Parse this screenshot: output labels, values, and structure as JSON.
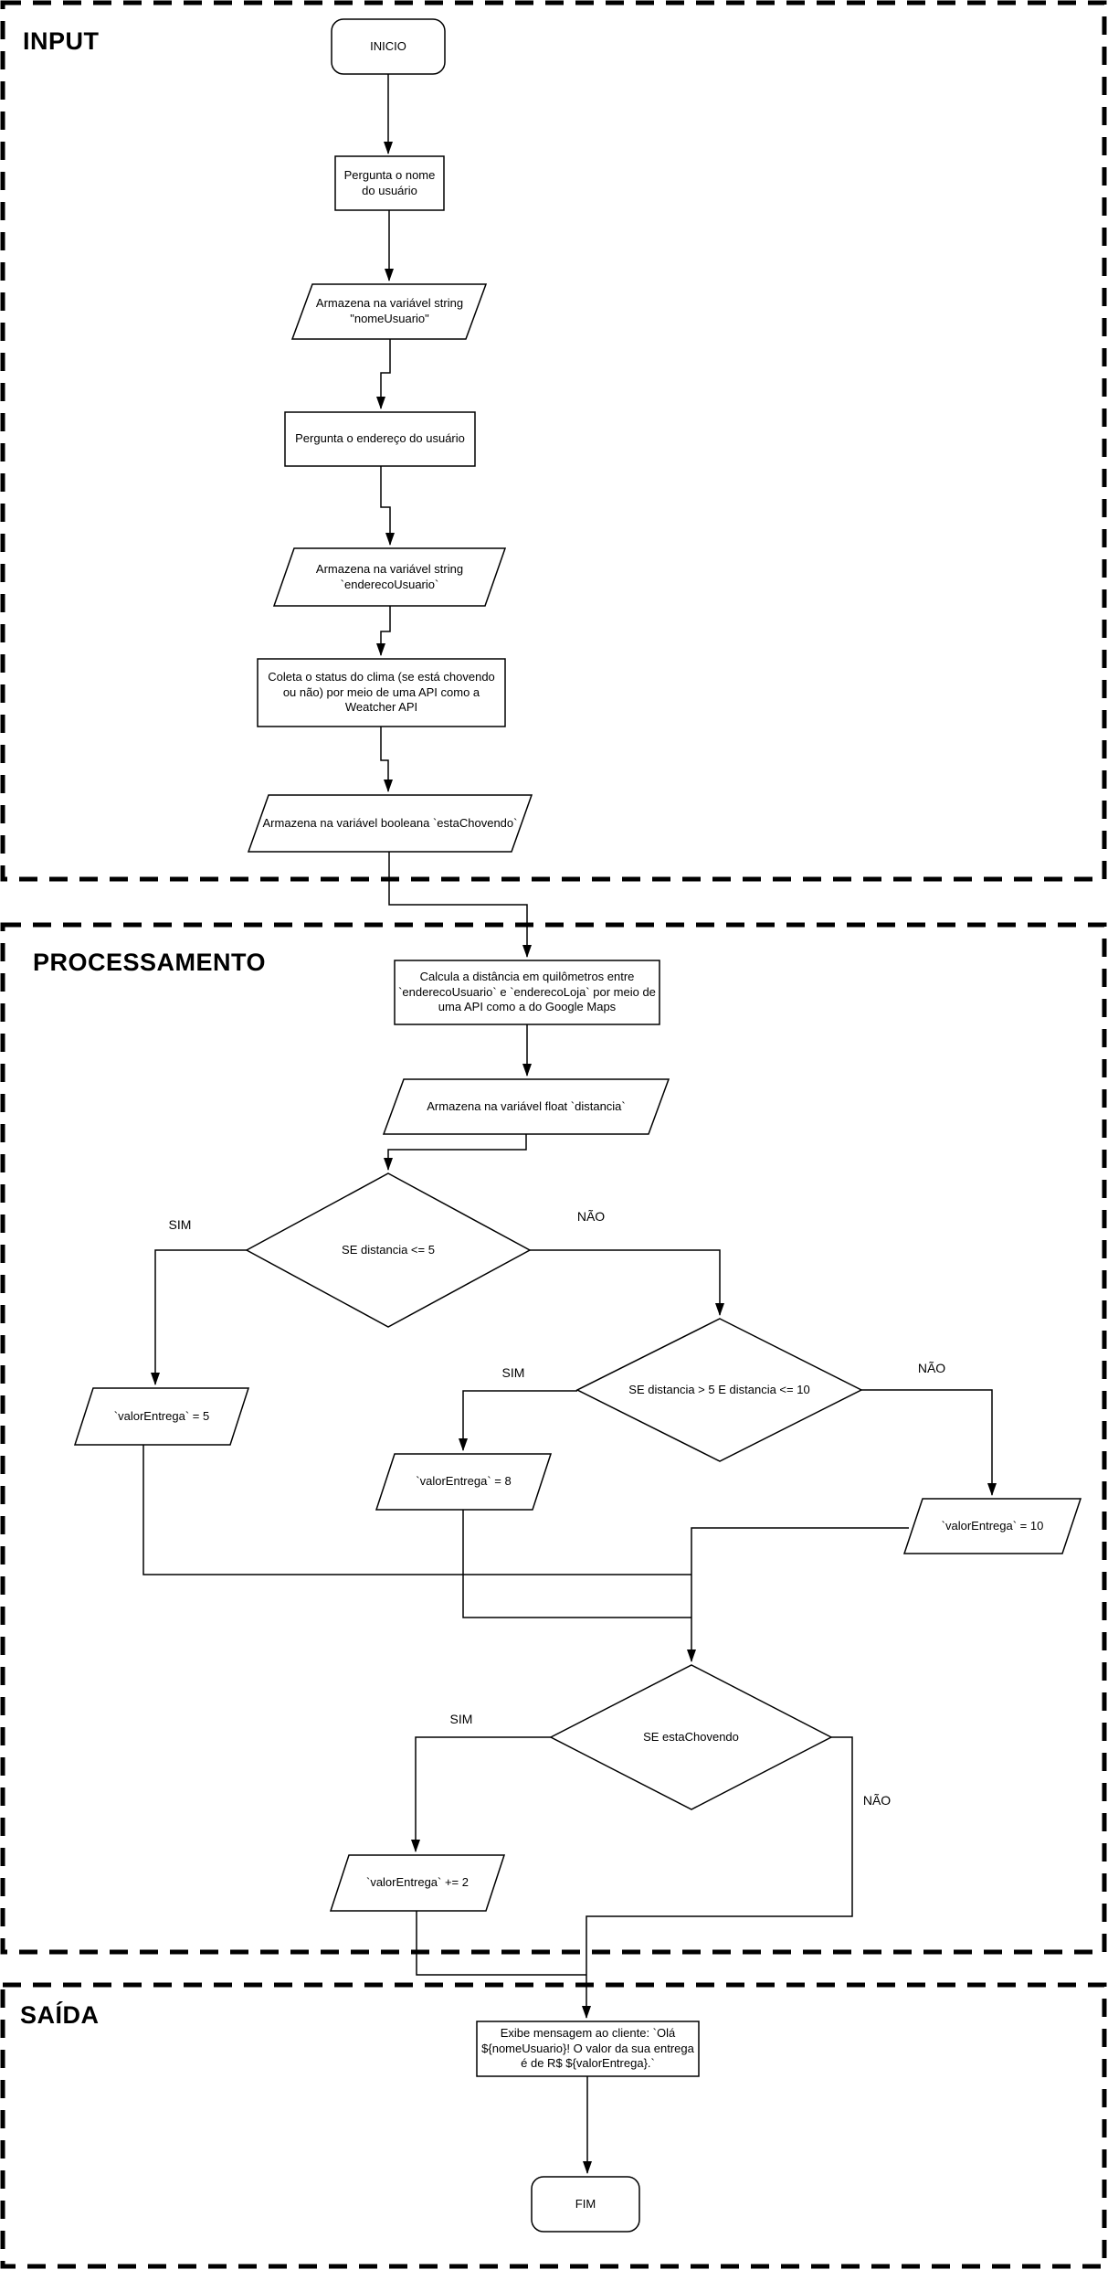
{
  "sections": {
    "input": {
      "title": "INPUT"
    },
    "processamento": {
      "title": "PROCESSAMENTO"
    },
    "saida": {
      "title": "SAÍDA"
    }
  },
  "nodes": {
    "inicio": {
      "shape": "terminator",
      "label": "INICIO"
    },
    "pergunta_nome": {
      "shape": "process",
      "label": "Pergunta o nome do usuário"
    },
    "armazena_nome": {
      "shape": "data",
      "label": "Armazena na variável string \"nomeUsuario\""
    },
    "pergunta_endereco": {
      "shape": "process",
      "label": "Pergunta o endereço do usuário"
    },
    "armazena_endereco": {
      "shape": "data",
      "label": "Armazena na variável string `enderecoUsuario`"
    },
    "coleta_clima": {
      "shape": "process",
      "label": "Coleta o status do clima (se está chovendo ou não) por meio de uma API como a Weatcher API"
    },
    "armazena_chovendo": {
      "shape": "data",
      "label": "Armazena na variável booleana `estaChovendo`"
    },
    "calcula_distancia": {
      "shape": "process",
      "label": "Calcula a distância em quilômetros entre `enderecoUsuario` e `enderecoLoja` por meio de uma API como a do Google Maps"
    },
    "armazena_distancia": {
      "shape": "data",
      "label": "Armazena na variável float `distancia`"
    },
    "se_distancia_5": {
      "shape": "decision",
      "label": "SE distancia <= 5"
    },
    "valor_5": {
      "shape": "data",
      "label": "`valorEntrega` = 5"
    },
    "se_distancia_5_10": {
      "shape": "decision",
      "label": "SE distancia > 5 E distancia <= 10"
    },
    "valor_8": {
      "shape": "data",
      "label": "`valorEntrega` = 8"
    },
    "valor_10": {
      "shape": "data",
      "label": "`valorEntrega` = 10"
    },
    "se_chovendo": {
      "shape": "decision",
      "label": "SE estaChovendo"
    },
    "valor_mais_2": {
      "shape": "data",
      "label": "`valorEntrega` += 2"
    },
    "exibe_mensagem": {
      "shape": "process",
      "label": "Exibe mensagem ao cliente: `Olá ${nomeUsuario}! O valor da sua entrega é de R$ ${valorEntrega}.`"
    },
    "fim": {
      "shape": "terminator",
      "label": "FIM"
    }
  },
  "edge_labels": {
    "d1_sim": "SIM",
    "d1_nao": "NÃO",
    "d2_sim": "SIM",
    "d2_nao": "NÃO",
    "d3_sim": "SIM",
    "d3_nao": "NÃO"
  },
  "colors": {
    "stroke": "#000000",
    "background": "#ffffff",
    "text": "#000000"
  }
}
